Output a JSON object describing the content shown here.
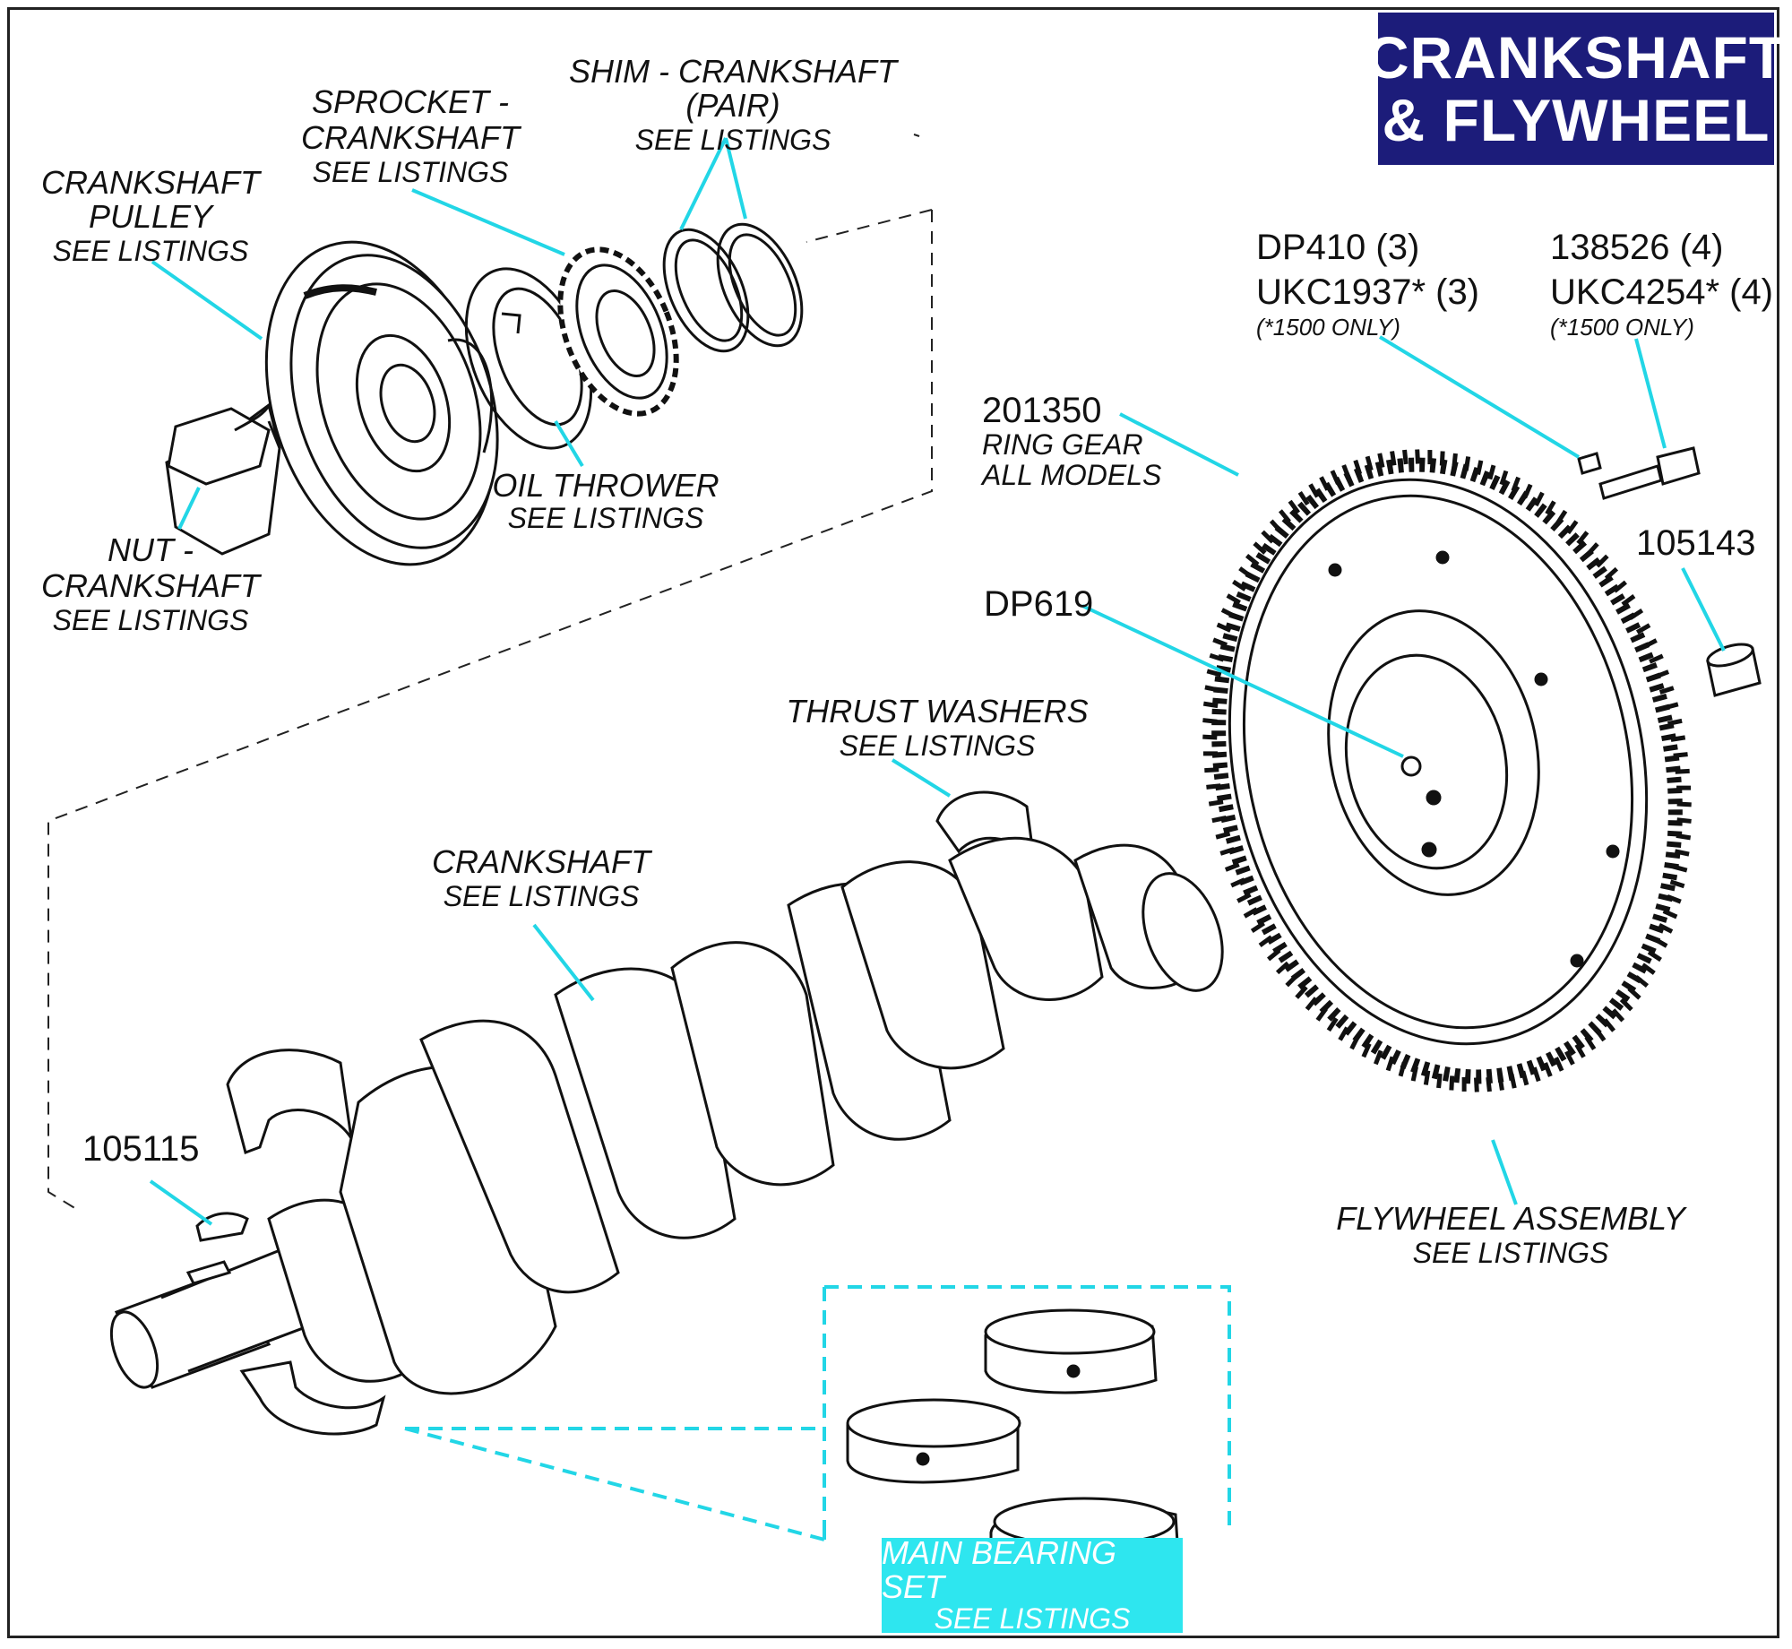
{
  "title": {
    "line1": "CRANKSHAFT",
    "line2": "& FLYWHEEL"
  },
  "labels": {
    "crankshaft_pulley": {
      "line1": "CRANKSHAFT",
      "line2": "PULLEY",
      "line3": "SEE LISTINGS"
    },
    "sprocket": {
      "line1": "SPROCKET -",
      "line2": "CRANKSHAFT",
      "line3": "SEE LISTINGS"
    },
    "shim": {
      "line1": "SHIM - CRANKSHAFT",
      "line2": "(PAIR)",
      "line3": "SEE LISTINGS"
    },
    "oil_thrower": {
      "line1": "OIL THROWER",
      "line2": "SEE LISTINGS"
    },
    "nut": {
      "line1": "NUT -",
      "line2": "CRANKSHAFT",
      "line3": "SEE LISTINGS"
    },
    "ring_gear": {
      "part": "201350",
      "line1": "RING GEAR",
      "line2": "ALL MODELS"
    },
    "dowel_a": {
      "line1": "DP410 (3)",
      "line2": "UKC1937* (3)",
      "note": "(*1500 ONLY)"
    },
    "bolt": {
      "line1": "138526 (4)",
      "line2": "UKC4254* (4)",
      "note": "(*1500 ONLY)"
    },
    "bush": {
      "part": "105143"
    },
    "dowel_b": {
      "part": "DP619"
    },
    "thrust_washers": {
      "line1": "THRUST WASHERS",
      "line2": "SEE LISTINGS"
    },
    "crankshaft": {
      "line1": "CRANKSHAFT",
      "line2": "SEE LISTINGS"
    },
    "key": {
      "part": "105115"
    },
    "flywheel_assembly": {
      "line1": "FLYWHEEL ASSEMBLY",
      "line2": "SEE LISTINGS"
    },
    "main_bearing_set": {
      "line1": "MAIN BEARING SET",
      "line2": "SEE LISTINGS"
    }
  },
  "colors": {
    "title_bg": "#1c1c7a",
    "leader": "#22d6e6",
    "highlight_box": "#2ee6ef",
    "line": "#111111"
  }
}
